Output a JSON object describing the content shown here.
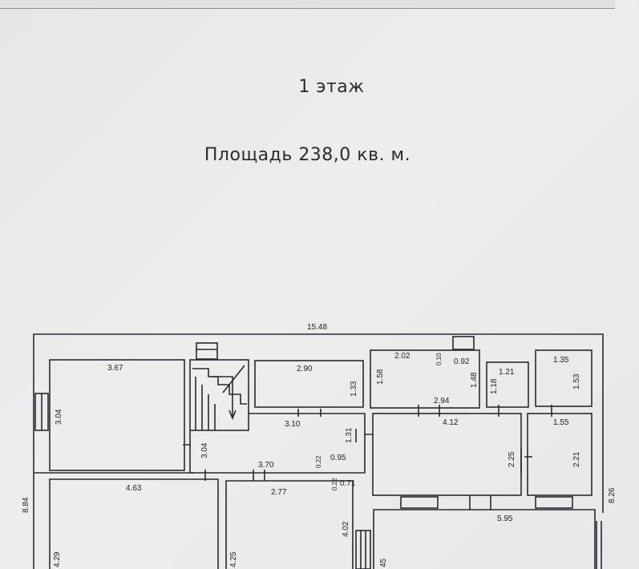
{
  "header": {
    "floor": "1 этаж",
    "area": "Площадь 238,0  кв. м."
  },
  "dims": {
    "total_width": "15.48",
    "total_height_left": "8.84",
    "total_height_right": "8.26",
    "r1_w": "3.67",
    "r1_h": "3.04",
    "hall_h": "3.04",
    "hall_w": "3.10",
    "r2_w": "2.90",
    "r2_h": "1.33",
    "r3_w": "2.02",
    "r3_h": "1.58",
    "r4_w": "0.10",
    "r4_w2": "0.92",
    "r4_h": "1.48",
    "r5_w": "1.21",
    "r5_h": "1.18",
    "r6_w": "1.35",
    "r6_h": "1.53",
    "r7_w": "2.94",
    "r8_w": "4.12",
    "r8_h": "2.25",
    "r8_side": "1.31",
    "r9_w": "1.55",
    "r9_h": "2.21",
    "corr_w": "3.70",
    "corr_a": "0.22",
    "corr_b": "0.95",
    "corr_c": "0.22",
    "corr_d": "0.71",
    "r10_w": "4.63",
    "r10_h": "4.29",
    "r11_w": "2.77",
    "r11_h": "4.25",
    "r11_side": "4.02",
    "r12_w": "5.95",
    "r12_h": "45"
  }
}
